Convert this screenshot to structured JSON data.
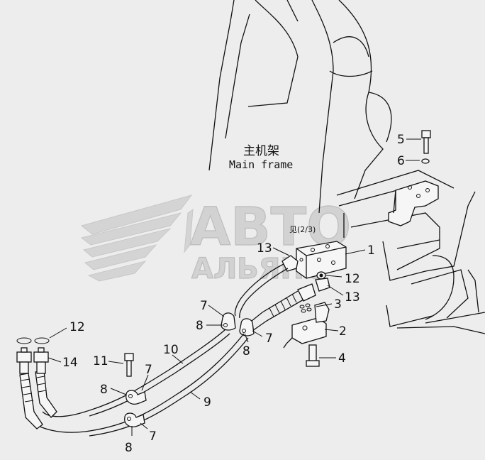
{
  "diagram": {
    "frame_label_cn": "主机架",
    "frame_label_en": "Main frame",
    "ref_note": "见(2/3)",
    "callouts": [
      "1",
      "2",
      "3",
      "4",
      "5",
      "6",
      "7",
      "8",
      "9",
      "10",
      "11",
      "12",
      "13",
      "14"
    ]
  },
  "watermark": {
    "line1": "ABTO",
    "line2": "АЛЬЯНС"
  },
  "colors": {
    "line": "#111111",
    "background": "#ededed",
    "watermark": "#d2d2d2"
  }
}
